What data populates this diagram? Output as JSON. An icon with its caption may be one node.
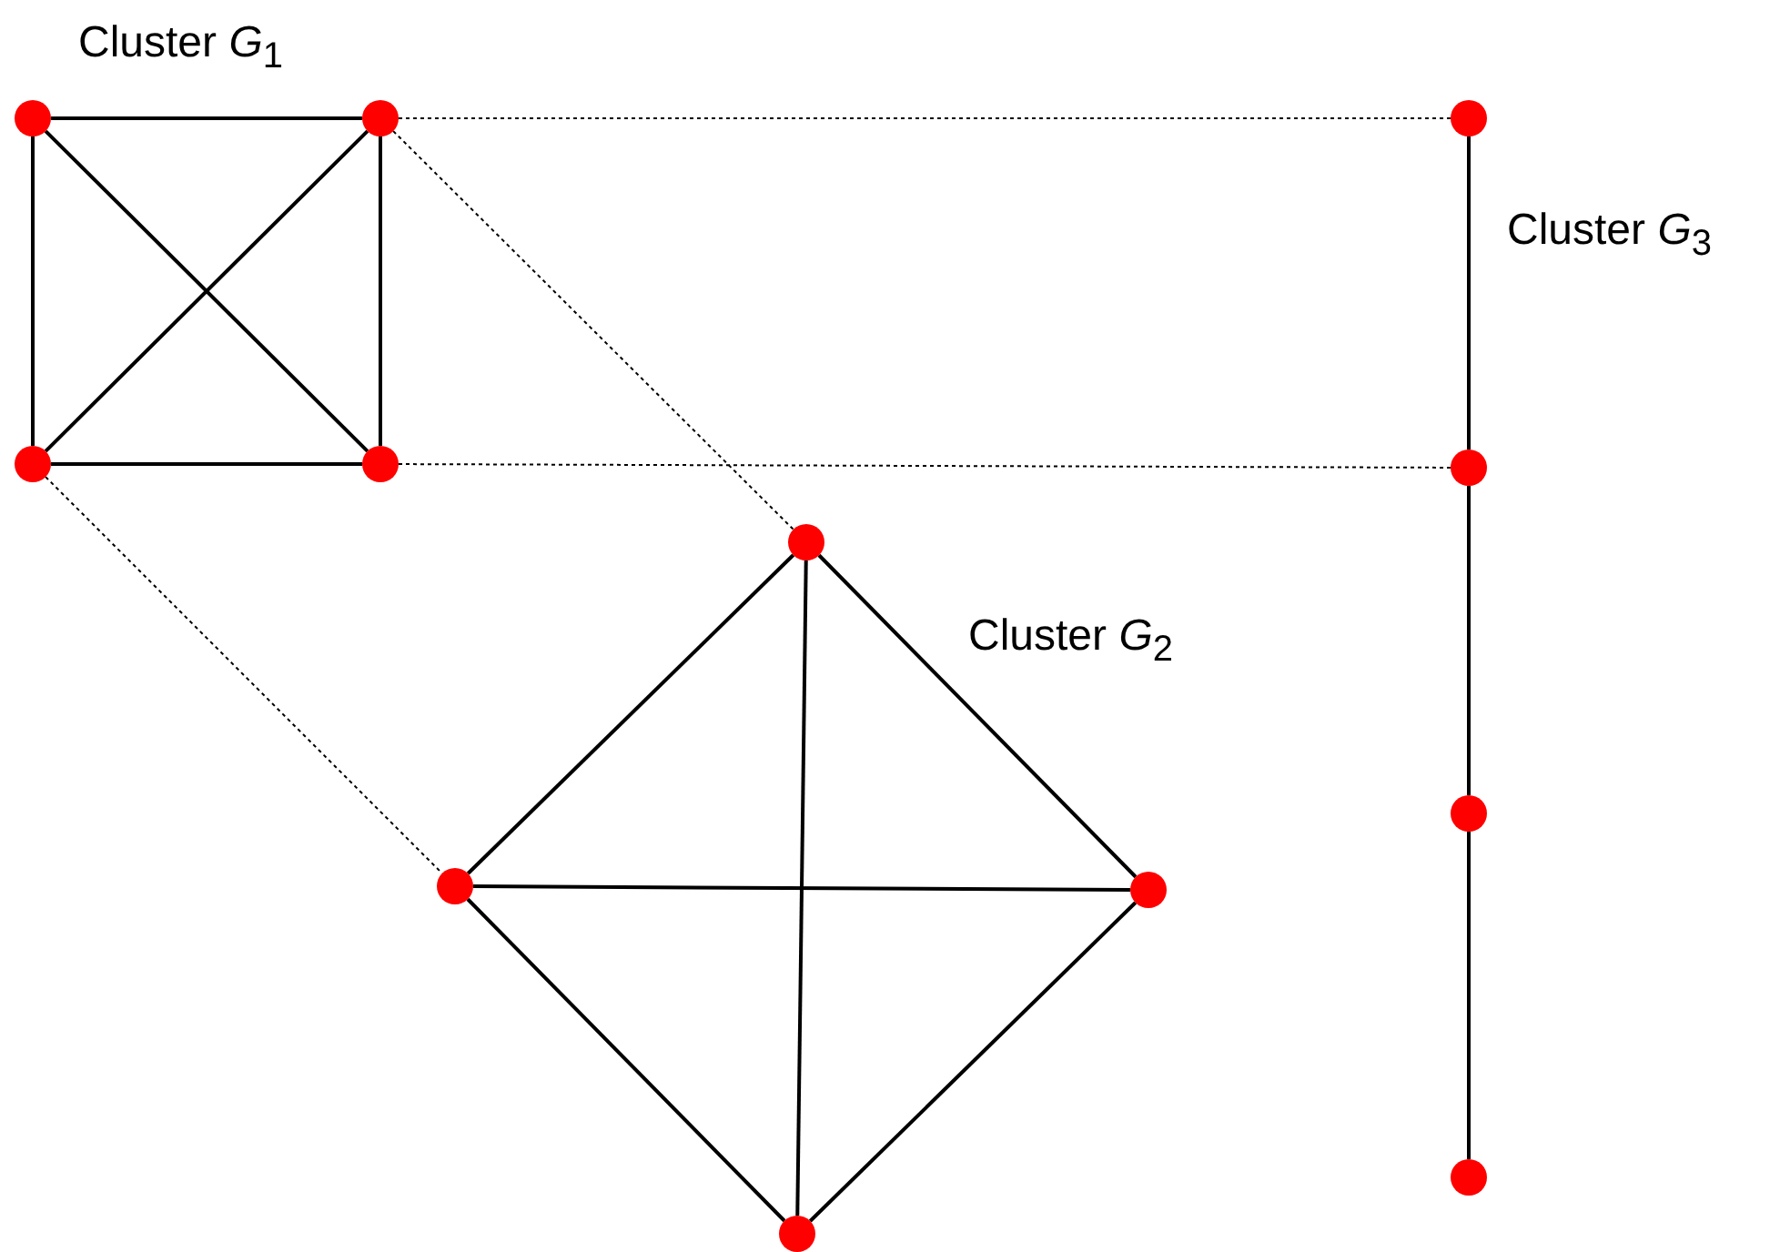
{
  "diagram": {
    "nodes": [
      {
        "text": [],
        "shape": "circle"
      },
      {
        "text": [],
        "shape": "circle"
      },
      {
        "text": [],
        "shape": "circle"
      },
      {
        "text": [],
        "shape": "circle"
      },
      {
        "text": [],
        "shape": "circle"
      },
      {
        "text": [],
        "shape": "circle"
      },
      {
        "text": [],
        "shape": "circle"
      },
      {
        "text": [],
        "shape": "circle"
      },
      {
        "text": [],
        "shape": "circle"
      },
      {
        "text": [],
        "shape": "circle"
      },
      {
        "text": [],
        "shape": "circle"
      },
      {
        "text": [],
        "shape": "circle"
      }
    ],
    "edges": [
      {
        "from": 0,
        "to": 1,
        "arrow": "none"
      },
      {
        "from": 0,
        "to": 2,
        "arrow": "none"
      },
      {
        "from": 0,
        "to": 3,
        "arrow": "none"
      },
      {
        "from": 1,
        "to": 2,
        "arrow": "none"
      },
      {
        "from": 1,
        "to": 3,
        "arrow": "none"
      },
      {
        "from": 2,
        "to": 3,
        "arrow": "none"
      },
      {
        "from": 4,
        "to": 5,
        "arrow": "none"
      },
      {
        "from": 4,
        "to": 6,
        "arrow": "none"
      },
      {
        "from": 4,
        "to": 7,
        "arrow": "none"
      },
      {
        "from": 5,
        "to": 6,
        "arrow": "none"
      },
      {
        "from": 5,
        "to": 7,
        "arrow": "none"
      },
      {
        "from": 6,
        "to": 7,
        "arrow": "none"
      },
      {
        "from": 8,
        "to": 9,
        "arrow": "none"
      },
      {
        "from": 9,
        "to": 10,
        "arrow": "none"
      },
      {
        "from": 10,
        "to": 11,
        "arrow": "none"
      },
      {
        "from": 1,
        "to": 8,
        "arrow": "none",
        "style": "dashed"
      },
      {
        "from": 3,
        "to": 9,
        "arrow": "none",
        "style": "dashed"
      },
      {
        "from": 1,
        "to": 4,
        "arrow": "none",
        "style": "dashed"
      },
      {
        "from": 2,
        "to": 5,
        "arrow": "none",
        "style": "dashed"
      }
    ],
    "labels": [
      "Cluster *G*$_{1}$",
      "Cluster *G*$_{2}$",
      "Cluster *G*$_{3}$"
    ]
  }
}
